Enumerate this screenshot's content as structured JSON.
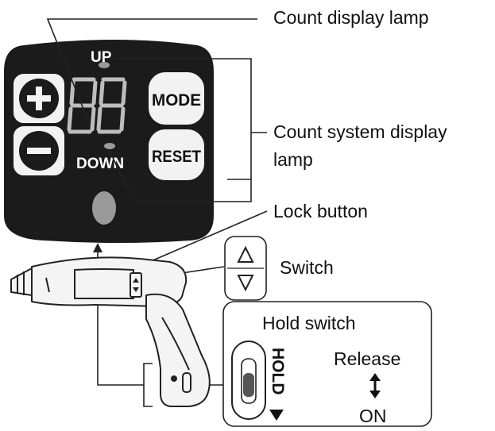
{
  "labels": {
    "count_display_lamp": "Count display lamp",
    "count_system_display_lamp_line1": "Count system display",
    "count_system_display_lamp_line2": "lamp",
    "lock_button": "Lock button",
    "switch": "Switch",
    "hold_switch": "Hold switch",
    "release": "Release",
    "on": "ON",
    "hold": "HOLD"
  },
  "panel": {
    "up": "UP",
    "down": "DOWN",
    "mode": "MODE",
    "reset": "RESET",
    "plus_symbol": "+",
    "minus_symbol": "−",
    "digits": "88"
  },
  "icons": {
    "switch_up": "triangle-up-icon",
    "switch_down": "triangle-down-icon",
    "release_arrow": "double-arrow-icon",
    "hold_arrow": "triangle-down-icon"
  },
  "colors": {
    "panel_bg": "#1b1b1b",
    "button_face": "#f2f2f2",
    "lamp": "#9a9a9a",
    "line": "#222222"
  }
}
